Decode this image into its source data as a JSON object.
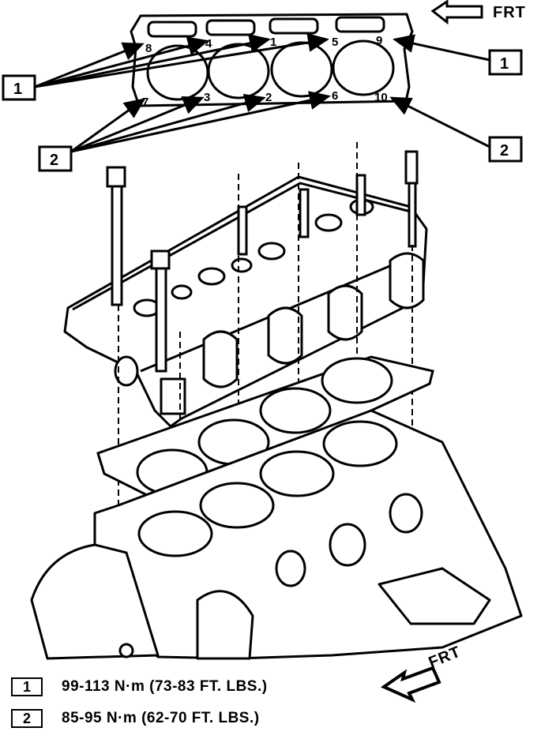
{
  "direction_label": "FRT",
  "callouts": {
    "one": "1",
    "two": "2"
  },
  "bolts_group_1": [
    "8",
    "4",
    "1",
    "5",
    "9"
  ],
  "bolts_group_2": [
    "7",
    "3",
    "2",
    "6",
    "10"
  ],
  "legend": [
    {
      "key": "1",
      "text": "99-113 N·m (73-83 FT. LBS.)"
    },
    {
      "key": "2",
      "text": "85-95 N·m (62-70 FT. LBS.)"
    }
  ]
}
